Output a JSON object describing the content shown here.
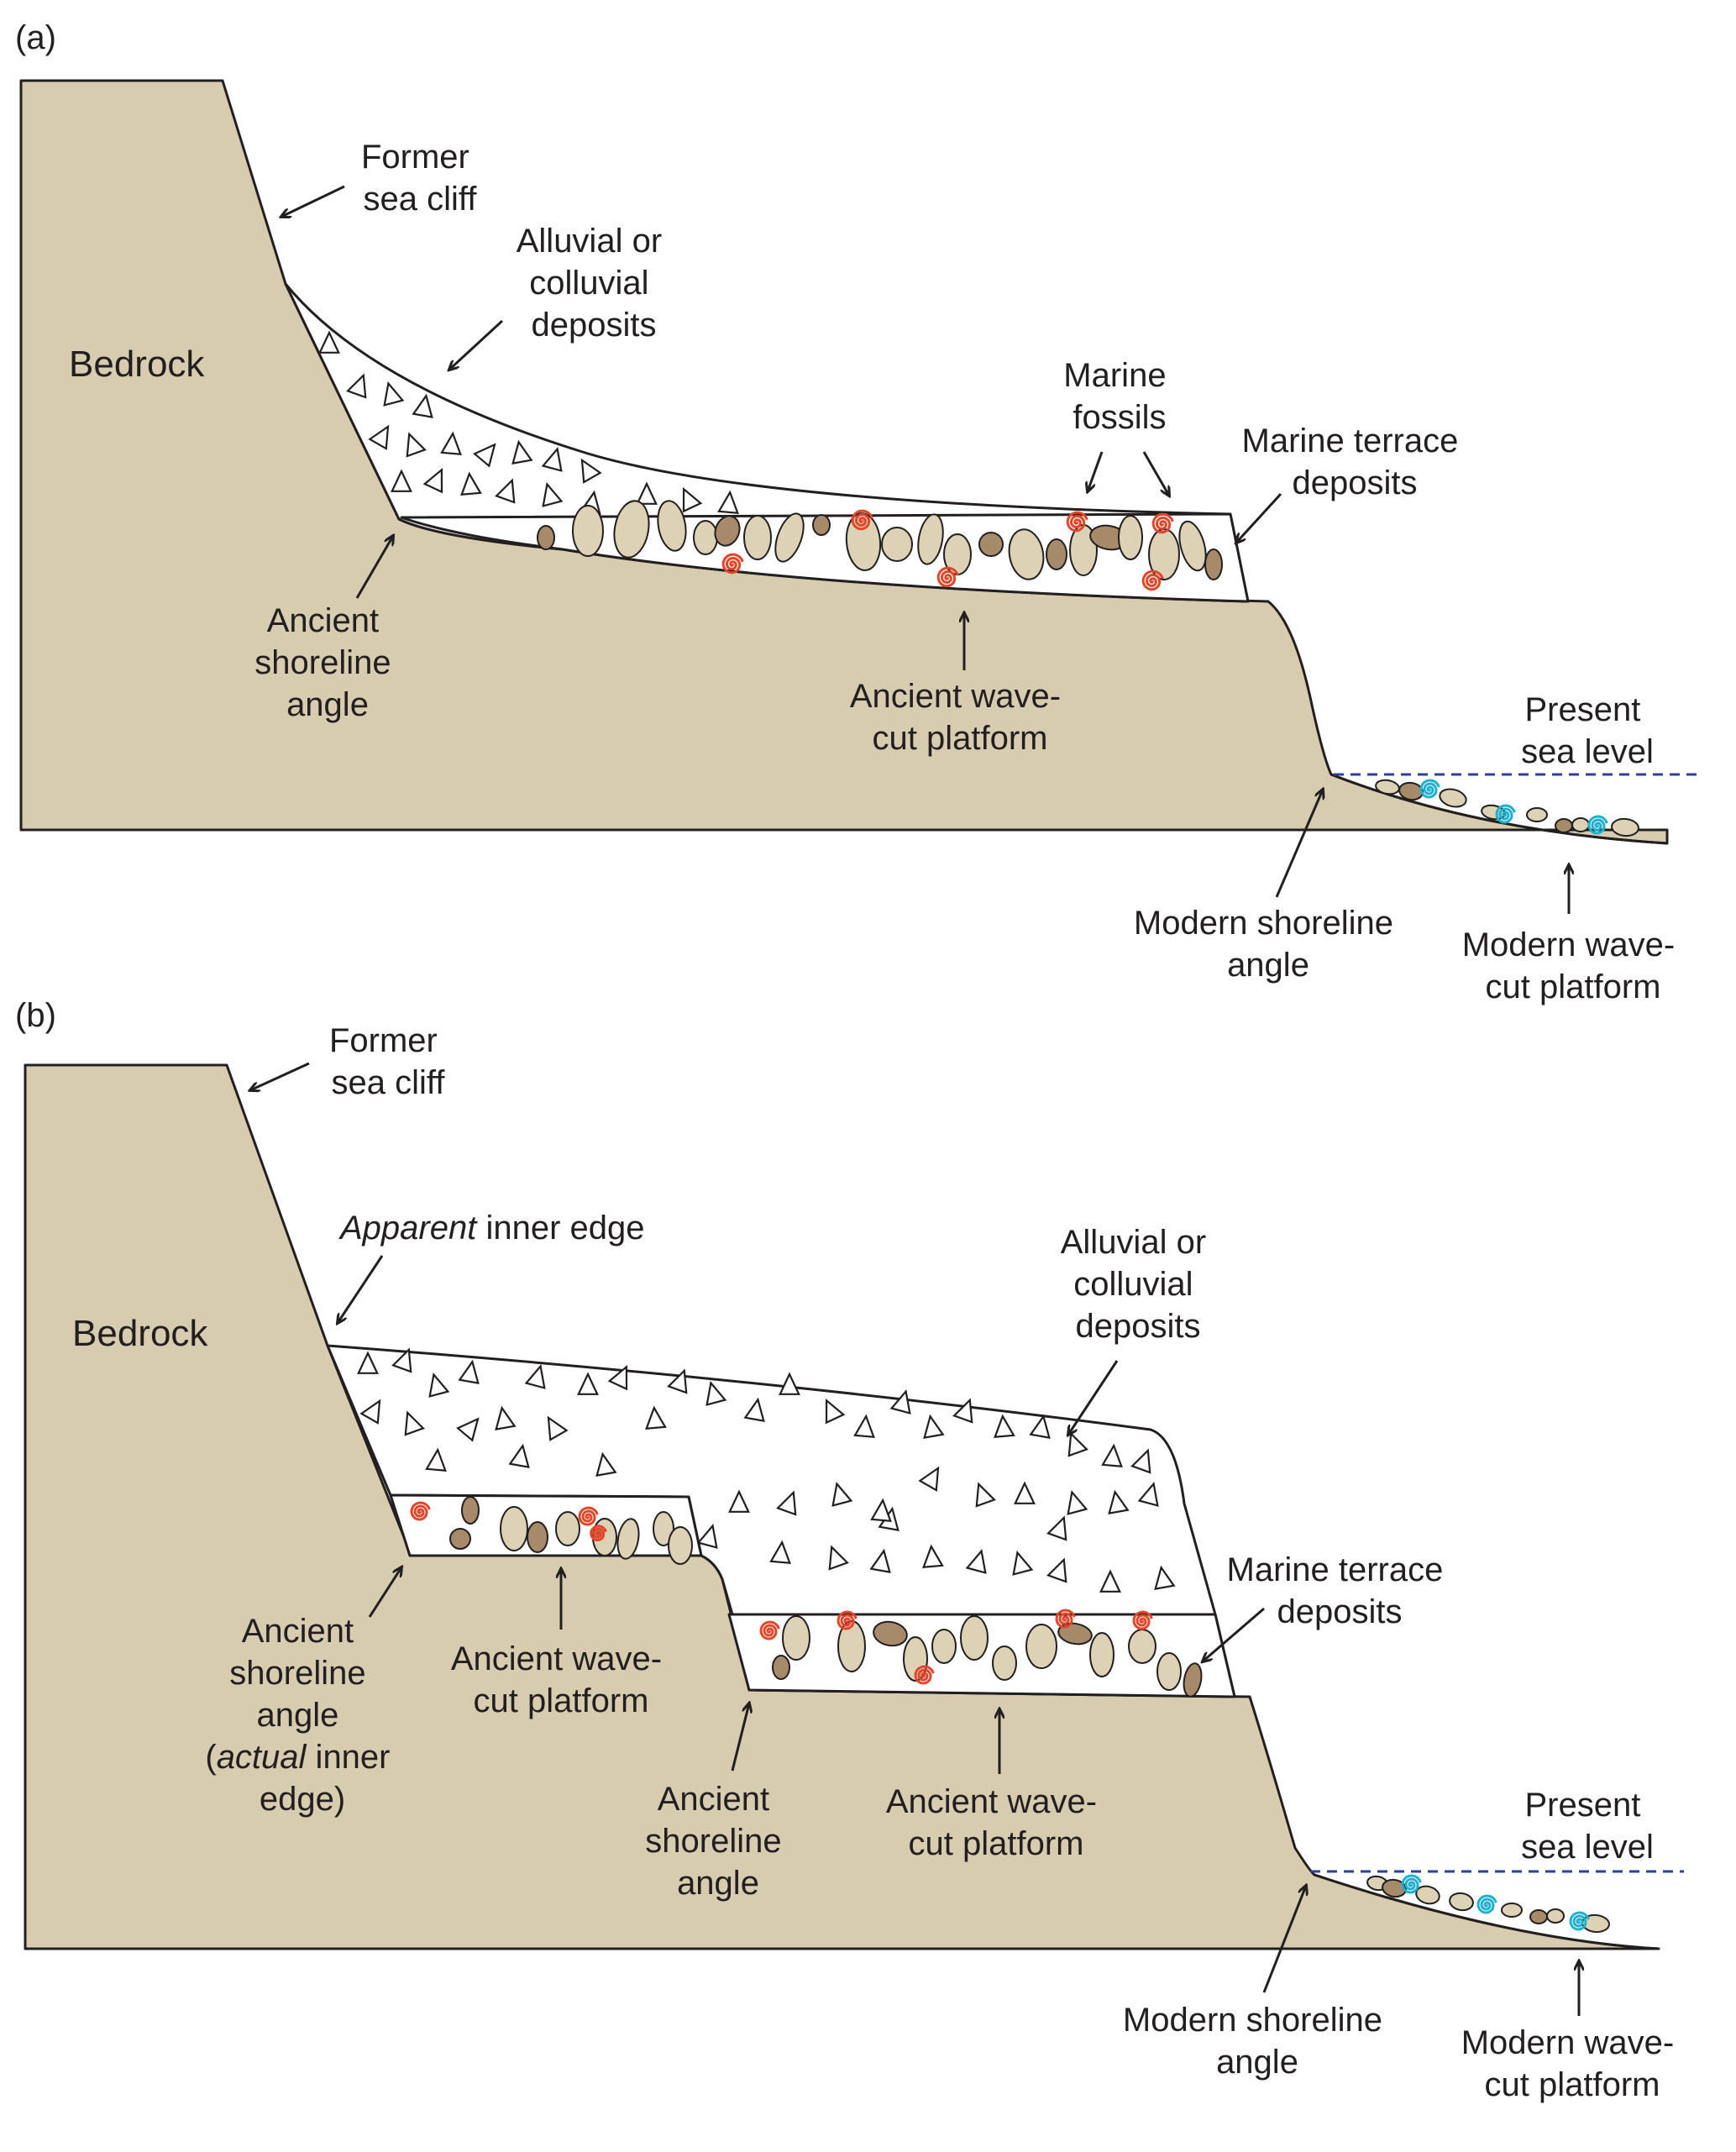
{
  "panel_a": {
    "tag": "(a)",
    "bedrock": "Bedrock",
    "former_sea_cliff": [
      "Former",
      "sea cliff"
    ],
    "alluvial": [
      "Alluvial or",
      "colluvial",
      "deposits"
    ],
    "marine_fossils": [
      "Marine",
      "fossils"
    ],
    "marine_terrace": [
      "Marine terrace",
      "deposits"
    ],
    "ancient_shoreline": [
      "Ancient",
      "shoreline",
      "angle"
    ],
    "ancient_platform": [
      "Ancient wave-",
      "cut platform"
    ],
    "present_sea": [
      "Present",
      "sea level"
    ],
    "modern_shoreline": [
      "Modern shoreline",
      "angle"
    ],
    "modern_platform": [
      "Modern wave-",
      "cut platform"
    ]
  },
  "panel_b": {
    "tag": "(b)",
    "bedrock": "Bedrock",
    "former_sea_cliff": [
      "Former",
      "sea cliff"
    ],
    "apparent_italic": "Apparent",
    "apparent_rest": " inner edge",
    "alluvial": [
      "Alluvial or",
      "colluvial",
      "deposits"
    ],
    "marine_terrace": [
      "Marine terrace",
      "deposits"
    ],
    "ancient_shoreline_actual": [
      "Ancient",
      "shoreline",
      "angle"
    ],
    "actual_paren": "(",
    "actual_italic": "actual",
    "actual_rest": " inner",
    "actual_edge": "edge)",
    "upper_platform": [
      "Ancient wave-",
      "cut platform"
    ],
    "ancient_shoreline_2": [
      "Ancient",
      "shoreline",
      "angle"
    ],
    "lower_platform": [
      "Ancient wave-",
      "cut platform"
    ],
    "present_sea": [
      "Present",
      "sea level"
    ],
    "modern_shoreline": [
      "Modern shoreline",
      "angle"
    ],
    "modern_platform": [
      "Modern wave-",
      "cut platform"
    ]
  },
  "colors": {
    "bedrock": "#d8ccb0",
    "outline": "#231f20",
    "clast_light": "#ddd2b6",
    "clast_dark": "#a68a6a",
    "ancient_fossil": "#e0462a",
    "modern_fossil": "#1eb0cf",
    "sea_level": "#2e3f9e"
  }
}
